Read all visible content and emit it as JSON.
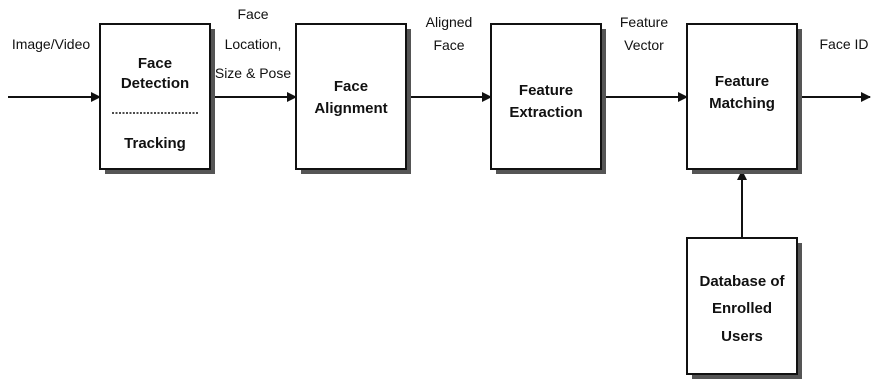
{
  "diagram": {
    "nodes": {
      "detection": {
        "line1": "Face",
        "line2": "Detection",
        "line3": "Tracking"
      },
      "alignment": {
        "line1": "Face",
        "line2": "Alignment"
      },
      "extraction": {
        "line1": "Feature",
        "line2": "Extraction"
      },
      "matching": {
        "line1": "Feature",
        "line2": "Matching"
      },
      "database": {
        "line1": "Database of",
        "line2": "Enrolled",
        "line3": "Users"
      }
    },
    "edges": {
      "input": {
        "line1": "Image/Video"
      },
      "location": {
        "line1": "Face",
        "line2": "Location,",
        "line3": "Size & Pose"
      },
      "aligned": {
        "line1": "Aligned",
        "line2": "Face"
      },
      "vector": {
        "line1": "Feature",
        "line2": "Vector"
      },
      "output": {
        "line1": "Face ID"
      }
    }
  }
}
